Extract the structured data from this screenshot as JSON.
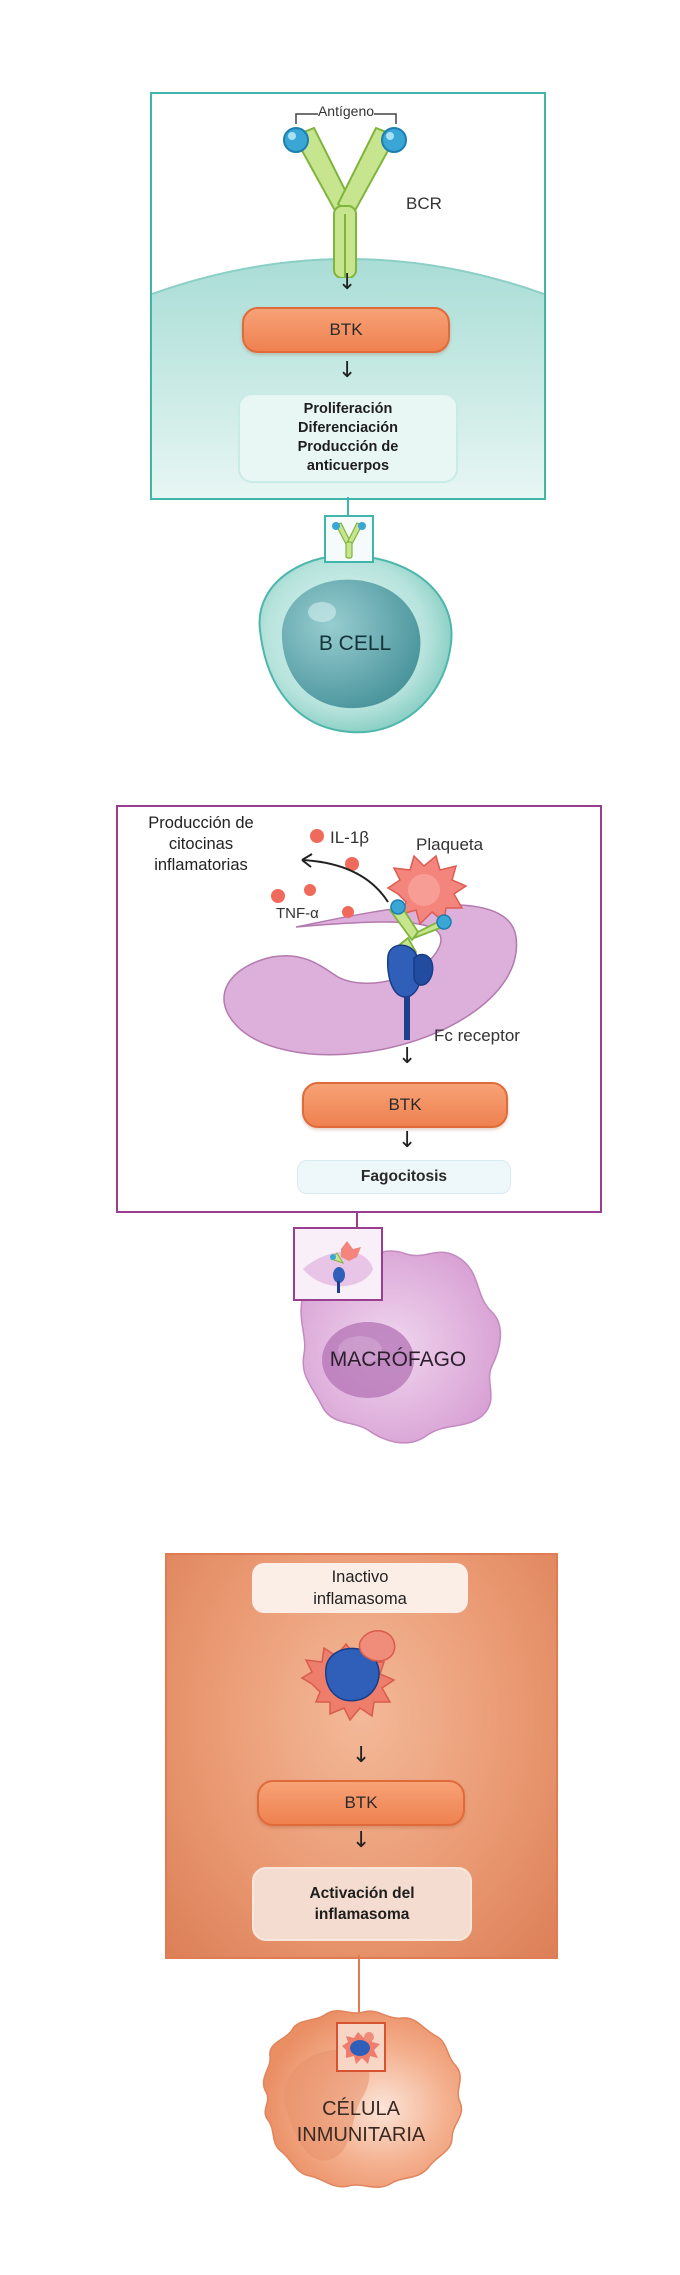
{
  "panel1": {
    "antigen_label": "Antígeno",
    "receptor_label": "BCR",
    "btk_label": "BTK",
    "result_lines": [
      "Proliferación",
      "Diferenciación",
      "Producción de",
      "anticuerpos"
    ],
    "cell_label": "B CELL",
    "colors": {
      "border": "#3fb5ac",
      "fill": "#daf2ef",
      "membrane": "#a8dcd5"
    }
  },
  "panel2": {
    "cytokine_label_lines": [
      "Producción de",
      "citocinas",
      "inflamatorias"
    ],
    "il_label": "IL-1β",
    "platelet_label": "Plaqueta",
    "tnf_label": "TNF-α",
    "receptor_label": "Fc receptor",
    "btk_label": "BTK",
    "result_label": "Fagocitosis",
    "cell_label": "MACRÓFAGO",
    "colors": {
      "border": "#9a3f8f",
      "cell": "#d9a9d6"
    }
  },
  "panel3": {
    "inactive_label_lines": [
      "Inactivo",
      "inflamasoma"
    ],
    "btk_label": "BTK",
    "result_lines": [
      "Activación del",
      "inflamasoma"
    ],
    "cell_label_lines": [
      "CÉLULA",
      "INMUNITARIA"
    ],
    "colors": {
      "border": "#e07b54",
      "fill": "#ef9a72"
    }
  }
}
